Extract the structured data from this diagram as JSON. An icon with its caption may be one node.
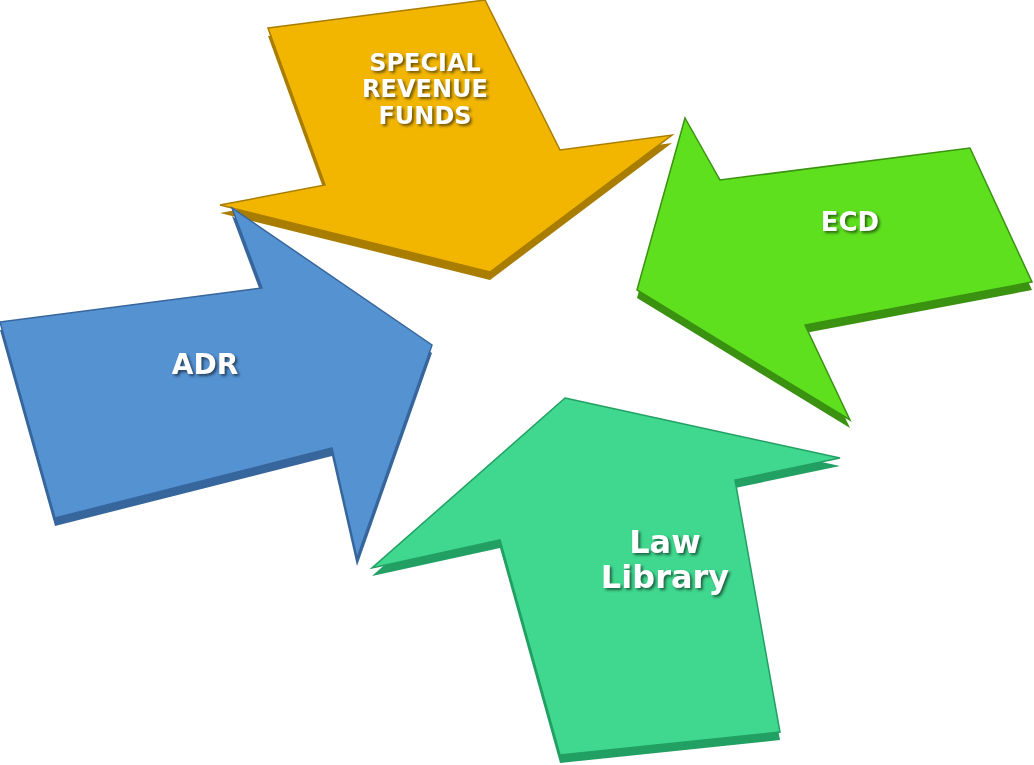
{
  "diagram": {
    "nodes": [
      {
        "text": [
          "SPECIAL REVENUE FUNDS"
        ]
      },
      {
        "text": [
          "ECD"
        ]
      },
      {
        "text": [
          "ADR"
        ]
      },
      {
        "text": [
          "Law Library"
        ]
      }
    ]
  }
}
